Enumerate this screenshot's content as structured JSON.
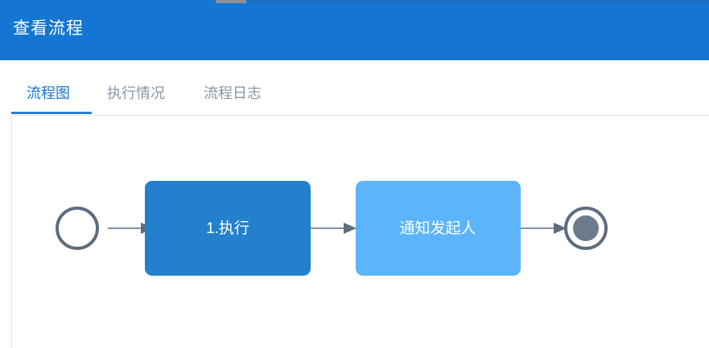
{
  "header": {
    "title": "查看流程",
    "background_color": "#1476d2",
    "title_color": "#ffffff"
  },
  "tabs": {
    "active_index": 0,
    "active_color": "#1476d2",
    "inactive_color": "#8c96a0",
    "items": [
      {
        "label": "流程图",
        "active": true
      },
      {
        "label": "执行情况",
        "active": false
      },
      {
        "label": "流程日志",
        "active": false
      }
    ]
  },
  "diagram": {
    "type": "bpmn-flow",
    "stroke_color": "#5d6d7e",
    "panel_border_color": "#e6e6e6",
    "nodes": [
      {
        "id": "start",
        "kind": "start-event",
        "label": "",
        "shape": "circle",
        "fill": "#ffffff",
        "stroke": "#5d6d7e"
      },
      {
        "id": "task-1",
        "kind": "task",
        "label": "1.执行",
        "shape": "rounded-rect",
        "fill": "#2380cd",
        "text_color": "#ffffff"
      },
      {
        "id": "task-2",
        "kind": "task",
        "label": "通知发起人",
        "shape": "rounded-rect",
        "fill": "#5cb4fb",
        "text_color": "#ffffff"
      },
      {
        "id": "end",
        "kind": "end-event",
        "label": "",
        "shape": "double-circle",
        "fill": "#6b7b8c",
        "stroke": "#5d6d7e"
      }
    ],
    "edges": [
      {
        "from": "start",
        "to": "task-1",
        "label": ""
      },
      {
        "from": "task-1",
        "to": "task-2",
        "label": ""
      },
      {
        "from": "task-2",
        "to": "end",
        "label": ""
      }
    ]
  }
}
